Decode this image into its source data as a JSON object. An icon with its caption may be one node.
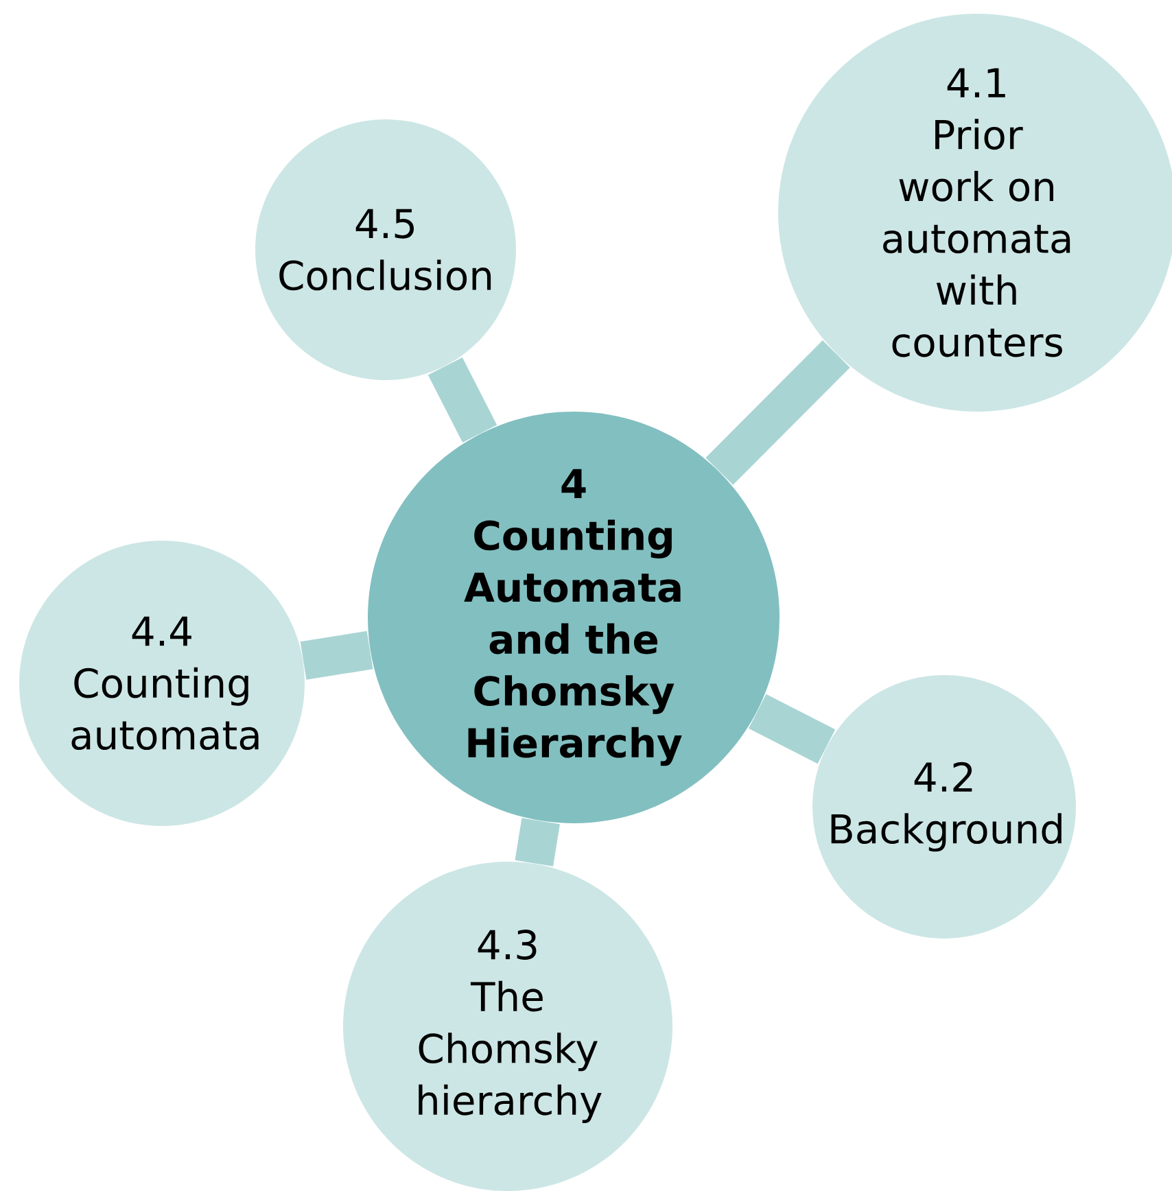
{
  "diagram": {
    "nodes": [
      {
        "text": [
          "4",
          "Counting Automata and the Chomsky Hierarchy"
        ]
      },
      {
        "text": [
          "4.1",
          "Prior work on automata with counters"
        ]
      },
      {
        "text": [
          "4.2",
          "Background"
        ]
      },
      {
        "text": [
          "4.3",
          "The Chomsky hierarchy"
        ]
      },
      {
        "text": [
          "4.4",
          "Counting automata"
        ]
      },
      {
        "text": [
          "4.5",
          "Conclusion"
        ]
      }
    ],
    "edges": [
      {
        "from": 0,
        "to": 1,
        "arrow": "none"
      },
      {
        "from": 0,
        "to": 2,
        "arrow": "none"
      },
      {
        "from": 0,
        "to": 3,
        "arrow": "none"
      },
      {
        "from": 0,
        "to": 4,
        "arrow": "none"
      },
      {
        "from": 0,
        "to": 5,
        "arrow": "none"
      }
    ]
  }
}
